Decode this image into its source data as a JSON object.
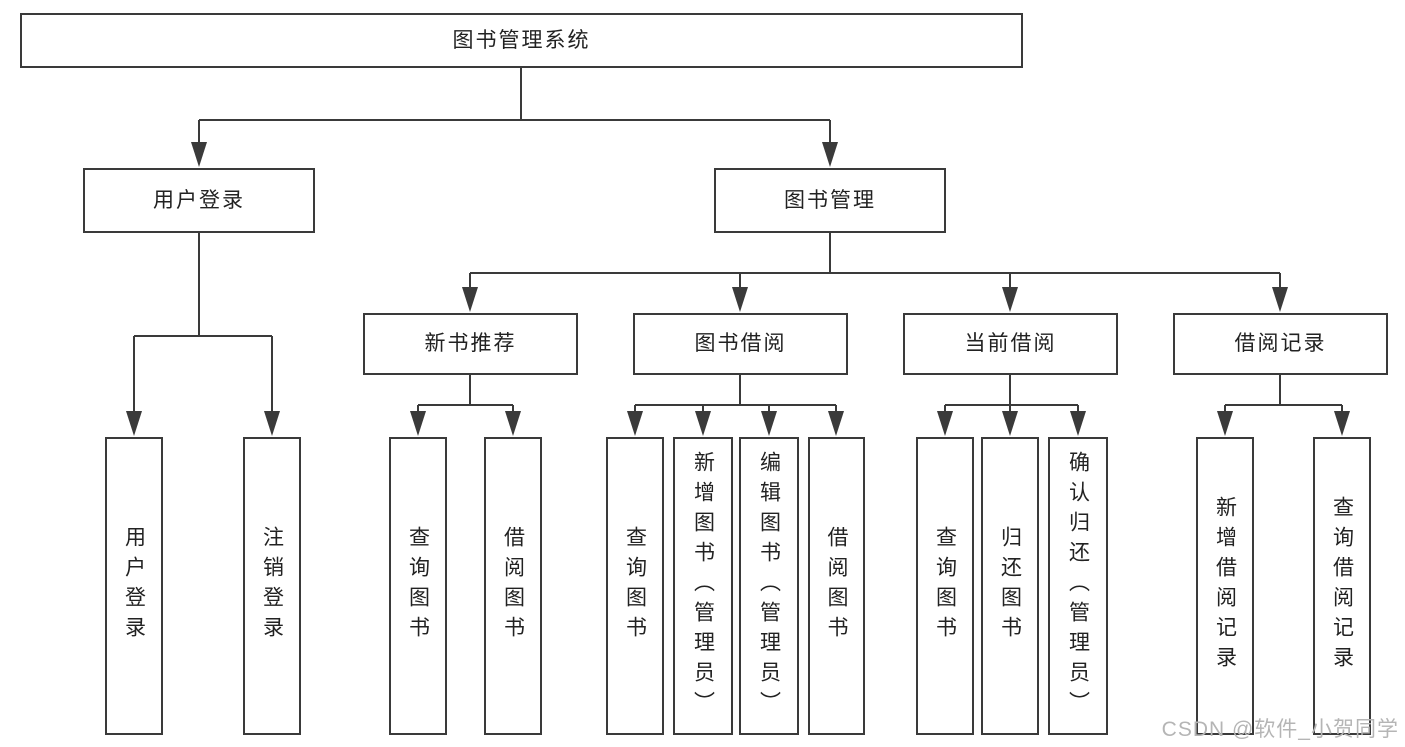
{
  "diagram": {
    "title": "图书管理系统",
    "type": "hierarchy-tree",
    "colors": {
      "line": "#3a3a3a",
      "border": "#3a3a3a",
      "text": "#222222",
      "background": "#ffffff",
      "watermark_text_color": "#b5b5b5"
    },
    "nodes": {
      "root": {
        "label": "图书管理系统"
      },
      "user_login": {
        "label": "用户登录"
      },
      "book_mgmt": {
        "label": "图书管理"
      },
      "new_book_rec": {
        "label": "新书推荐"
      },
      "book_borrow": {
        "label": "图书借阅"
      },
      "current_borrow": {
        "label": "当前借阅"
      },
      "borrow_records": {
        "label": "借阅记录"
      },
      "leaf_user_login": {
        "label": "用户登录"
      },
      "leaf_logout": {
        "label": "注销登录"
      },
      "leaf_rec_query_book": {
        "label": "查询图书"
      },
      "leaf_rec_borrow_book": {
        "label": "借阅图书"
      },
      "leaf_bb_query_book": {
        "label": "查询图书"
      },
      "leaf_bb_add_book": {
        "label": "新增图书（管理员）"
      },
      "leaf_bb_edit_book": {
        "label": "编辑图书（管理员）"
      },
      "leaf_bb_borrow_book": {
        "label": "借阅图书"
      },
      "leaf_cb_query_book": {
        "label": "查询图书"
      },
      "leaf_cb_return_book": {
        "label": "归还图书"
      },
      "leaf_cb_confirm_return": {
        "label": "确认归还（管理员）"
      },
      "leaf_br_add_record": {
        "label": "新增借阅记录"
      },
      "leaf_br_query_record": {
        "label": "查询借阅记录"
      }
    },
    "edges": [
      {
        "from": "图书管理系统",
        "to": "用户登录"
      },
      {
        "from": "图书管理系统",
        "to": "图书管理"
      },
      {
        "from": "用户登录",
        "to": "用户登录"
      },
      {
        "from": "用户登录",
        "to": "注销登录"
      },
      {
        "from": "图书管理",
        "to": "新书推荐"
      },
      {
        "from": "图书管理",
        "to": "图书借阅"
      },
      {
        "from": "图书管理",
        "to": "当前借阅"
      },
      {
        "from": "图书管理",
        "to": "借阅记录"
      },
      {
        "from": "新书推荐",
        "to": "查询图书"
      },
      {
        "from": "新书推荐",
        "to": "借阅图书"
      },
      {
        "from": "图书借阅",
        "to": "查询图书"
      },
      {
        "from": "图书借阅",
        "to": "新增图书（管理员）"
      },
      {
        "from": "图书借阅",
        "to": "编辑图书（管理员）"
      },
      {
        "from": "图书借阅",
        "to": "借阅图书"
      },
      {
        "from": "当前借阅",
        "to": "查询图书"
      },
      {
        "from": "当前借阅",
        "to": "归还图书"
      },
      {
        "from": "当前借阅",
        "to": "确认归还（管理员）"
      },
      {
        "from": "借阅记录",
        "to": "新增借阅记录"
      },
      {
        "from": "借阅记录",
        "to": "查询借阅记录"
      }
    ],
    "watermark": "CSDN @软件_小贺同学"
  }
}
